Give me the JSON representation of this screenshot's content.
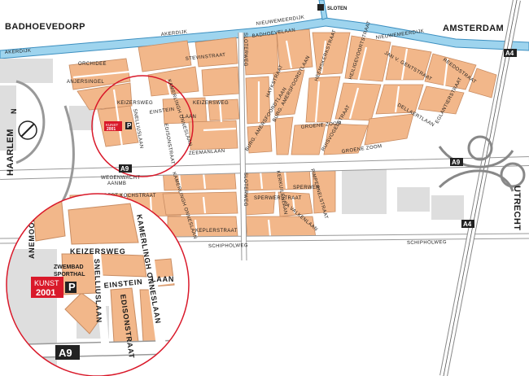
{
  "cities": {
    "badhoevedorp": "BADHOEVEDORP",
    "amsterdam": "AMSTERDAM",
    "haarlem": "HAARLEM",
    "utrecht": "UTRECHT",
    "sloten": "SLOTEN"
  },
  "roads": {
    "a9": "A9",
    "a4": "A4"
  },
  "streets": {
    "akerdijk": "AKERDIJK",
    "nieuwemeerdijk": "NIEUWEMEERDIJK",
    "sloterweg": "SLOTERWEG",
    "schipholweg": "SCHIPHOLWEG",
    "keizersweg": "KEIZERSWEG",
    "kamerlingh": "KAMERLINGH ONNESLAAN",
    "einstein": "EINSTEIN",
    "edisonstraat": "EDISONSTRAAT",
    "snelliuslaan": "SNELLIUSLAAN",
    "zeemanlaan": "ZEEMANLAAN",
    "laan": "LAAN",
    "anemoon": "ANEMOON",
    "orchidee": "ORCHIDEE",
    "anjer": "ANJERSINGEL",
    "stevin": "STEVINSTRAAT",
    "badhoevelaan": "BADHOEVELAAN",
    "burgamer": "BURG. AMERSFOORDTLAAN",
    "burgwest": "BURG. AMERSFOORDTLAAN",
    "groenezoom1": "GROENE ZOOM",
    "groenezoom2": "GROENE ZOOM",
    "hayskstraat": "HAYKSTRAAT",
    "heemskerk": "HEEMSKERKSTRAAT",
    "janvgent": "JAN V. GENTSTRAAT",
    "reedostraat": "REEDOSTRAAT",
    "dellaert": "DELLAERTLAAN",
    "eglantier": "EGLANTIERSTRAAT",
    "heiligervoort": "HEILIGEVOORTSTRAAT",
    "ruisvogel": "RUISVOGELSTRAAT",
    "robertkoch": "ROBERT KOCHSTRAAT",
    "wegenwacht": "WEGENWACHT",
    "aanmb": "AANMB",
    "keplerstraat": "KEPLERSTRAAT",
    "sperwerstraat": "SPERWERSTRAAT",
    "sperwerpad": "SPERWER",
    "kerkuilenlaan": "KERKUILENLAAN",
    "parkvalklaan": "PA VALKENLAAN",
    "pimpernel": "PIMPERNELSTRAAT",
    "kamerlingh2": "KAMERLINGH ONNESLAAN"
  },
  "poi": {
    "zwembad": "ZWEMBAD",
    "sporthal": "SPORTHAL",
    "kunst": "KUNST",
    "year": "2001",
    "parking": "P"
  },
  "colors": {
    "block": "#f2b78a",
    "block_edge": "#c88c62",
    "water": "#9ed4ee",
    "water_edge": "#3c8fc0",
    "highlight": "#d9192a",
    "grey": "#dedede",
    "road": "#ffffff"
  }
}
